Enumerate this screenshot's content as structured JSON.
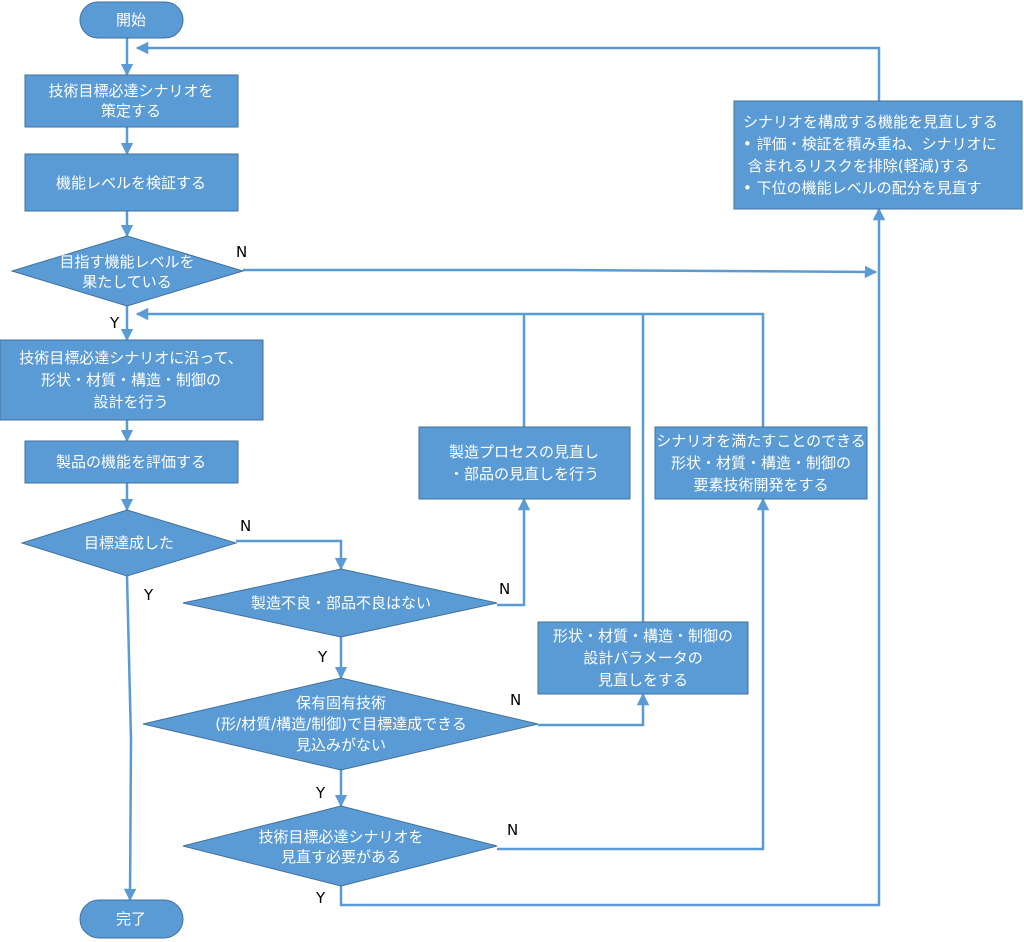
{
  "colors": {
    "fill": "#5b9bd5",
    "stroke": "#41719c",
    "line": "#5b9bd5",
    "text_on_shape": "#ffffff",
    "label_text": "#000000"
  },
  "nodes": {
    "start": {
      "lines": [
        "開始"
      ]
    },
    "define": {
      "lines": [
        "技術目標必達シナリオを",
        "策定する"
      ]
    },
    "verify": {
      "lines": [
        "機能レベルを検証する"
      ]
    },
    "meets": {
      "lines": [
        "目指す機能レベルを",
        "果たしている"
      ]
    },
    "design": {
      "lines": [
        "技術目標必達シナリオに沿って、",
        "形状・材質・構造・制御の",
        "設計を行う"
      ]
    },
    "evaluate": {
      "lines": [
        "製品の機能を評価する"
      ]
    },
    "achieved": {
      "lines": [
        "目標達成した"
      ]
    },
    "no_defect": {
      "lines": [
        "製造不良・部品不良はない"
      ]
    },
    "no_prospect": {
      "lines": [
        "保有固有技術",
        "(形/材質/構造/制御)で目標達成できる",
        "見込みがない"
      ]
    },
    "review_need": {
      "lines": [
        "技術目標必達シナリオを",
        "見直す必要がある"
      ]
    },
    "end": {
      "lines": [
        "完了"
      ]
    },
    "process_fix": {
      "lines": [
        "製造プロセスの見直し",
        "・部品の見直しを行う"
      ]
    },
    "element_dev": {
      "lines": [
        "シナリオを満たすことのできる",
        "形状・材質・構造・制御の",
        "要素技術開発をする"
      ]
    },
    "param_fix": {
      "lines": [
        "形状・材質・構造・制御の",
        "設計パラメータの",
        "見直しをする"
      ]
    },
    "scenario_fix": {
      "lines": [
        "シナリオを構成する機能を見直しする",
        "•  評価・検証を積み重ね、シナリオに",
        "    含まれるリスクを排除(軽減)する",
        "•  下位の機能レベルの配分を見直す"
      ]
    }
  },
  "edge_labels": {
    "meets_no": "N",
    "meets_yes": "Y",
    "achieved_no": "N",
    "achieved_yes": "Y",
    "no_defect_no": "N",
    "no_defect_yes": "Y",
    "no_prospect_no": "N",
    "no_prospect_yes": "Y",
    "review_need_no": "N",
    "review_need_yes": "Y"
  }
}
